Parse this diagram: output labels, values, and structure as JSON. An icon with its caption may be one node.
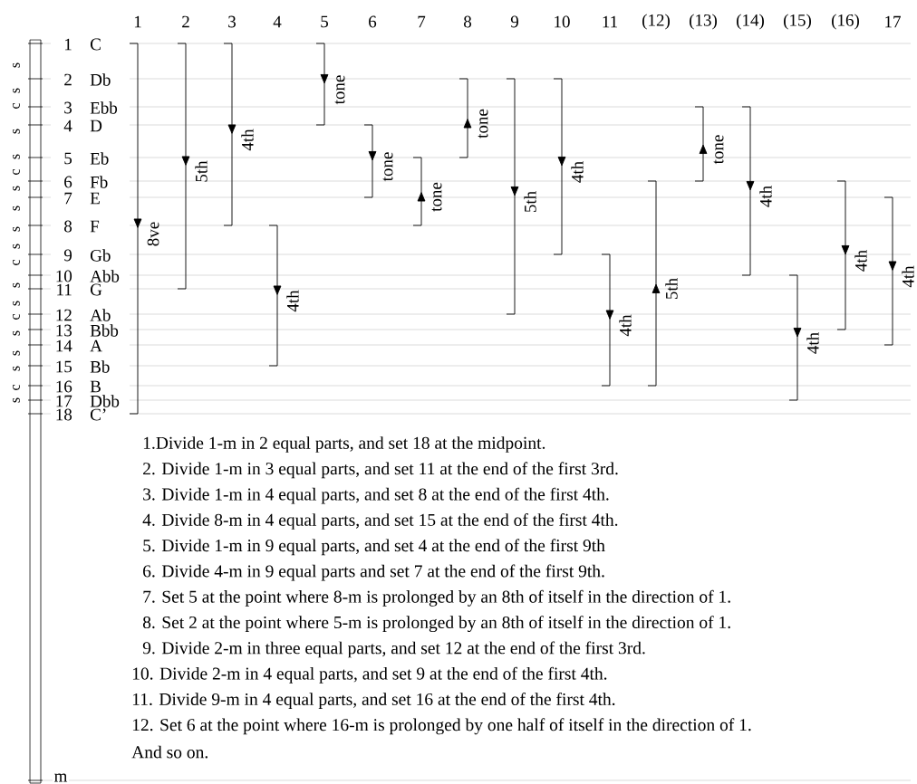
{
  "diagram": {
    "labels": [
      "1",
      "2",
      "3",
      "4",
      "5",
      "6",
      "7",
      "8",
      "9",
      "10",
      "11",
      "(12)",
      "(13)",
      "(14)",
      "(15)",
      "(16)",
      "17",
      "s",
      "s",
      "c",
      "s",
      "s",
      "c",
      "s",
      "s",
      "s",
      "s",
      "c",
      "s",
      "s",
      "c",
      "s",
      "s",
      "s",
      "c",
      "s",
      "1",
      "C",
      "2",
      "Db",
      "3",
      "Ebb",
      "4",
      "D",
      "5",
      "Eb",
      "6",
      "Fb",
      "7",
      "E",
      "8",
      "F",
      "9",
      "Gb",
      "10",
      "Abb",
      "11",
      "G",
      "12",
      "Ab",
      "13",
      "Bbb",
      "14",
      "A",
      "15",
      "Bb",
      "16",
      "B",
      "17",
      "Dbb",
      "18",
      "C’",
      "8ve",
      "5th",
      "4th",
      "4th",
      "tone",
      "tone",
      "tone",
      "tone",
      "5th",
      "4th",
      "4th",
      "5th",
      "tone",
      "4th",
      "4th",
      "4th",
      "4th",
      "1.Divide 1-m  in 2 equal parts, and set 18 at the midpoint.",
      "2. Divide 1-m  in 3 equal parts, and set 11 at the end of the first 3rd.",
      "3. Divide 1-m  in 4 equal parts, and set 8 at the end of the first 4th.",
      "4. Divide 8-m  in 4 equal parts, and set 15 at the end of the first 4th.",
      "5. Divide 1-m  in 9 equal parts, and set 4 at the end of the first 9th",
      "6. Divide 4-m  in 9 equal parts and set 7 at the end of the first 9th.",
      "7. Set 5 at the point where 8-m is prolonged by an 8th of itself in the direction of 1.",
      "8. Set 2 at the point where 5-m is prolonged by an 8th of itself in the direction of 1.",
      "9. Divide 2-m  in three equal parts, and set 12 at the end of the first 3rd.",
      "10. Divide 2-m  in 4 equal parts, and set 9 at the end of the first 4th.",
      "11. Divide 9-m  in 4 equal parts, and set 16 at the end of the first 4th.",
      "12. Set 6 at the point where 16-m is prolonged by one half of itself in the direction of 1.",
      "And so on.",
      "m"
    ]
  }
}
